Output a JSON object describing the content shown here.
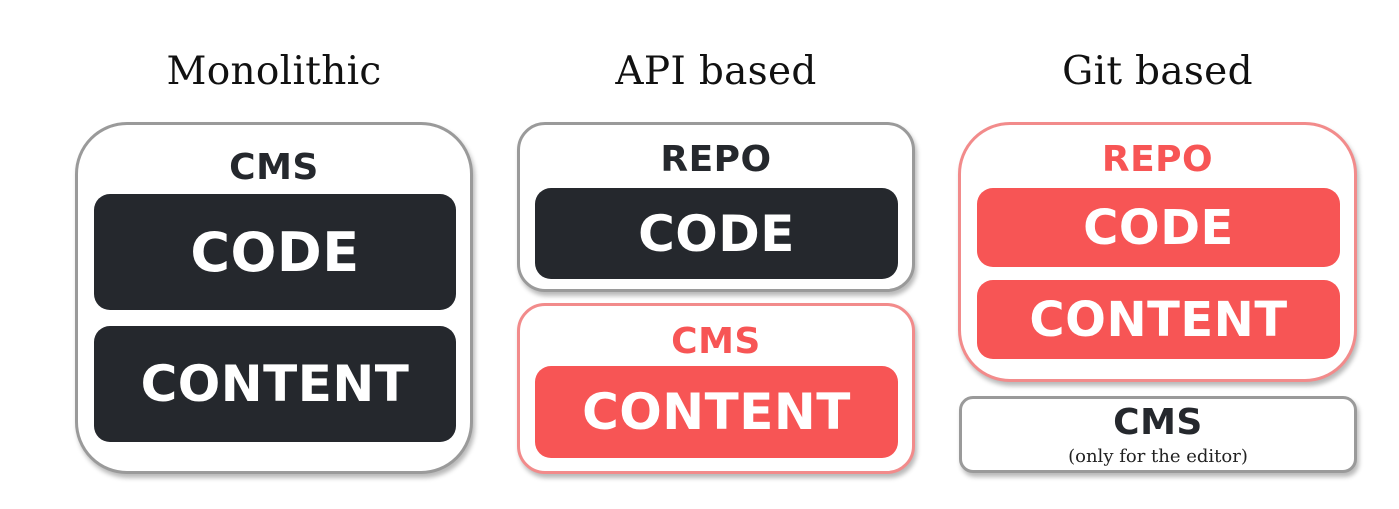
{
  "colors": {
    "dark": "#25282d",
    "accent_red": "#f75555",
    "gray_border": "#9a9a9a",
    "red_border": "#f28b8b"
  },
  "columns": [
    {
      "title": "Monolithic",
      "container": {
        "label": "CMS",
        "blocks": [
          "CODE",
          "CONTENT"
        ]
      }
    },
    {
      "title": "API based",
      "repo": {
        "label": "REPO",
        "blocks": [
          "CODE"
        ]
      },
      "cms": {
        "label": "CMS",
        "blocks": [
          "CONTENT"
        ]
      }
    },
    {
      "title": "Git based",
      "repo": {
        "label": "REPO",
        "blocks": [
          "CODE",
          "CONTENT"
        ]
      },
      "cms": {
        "label": "CMS",
        "note": "(only for the editor)"
      }
    }
  ]
}
